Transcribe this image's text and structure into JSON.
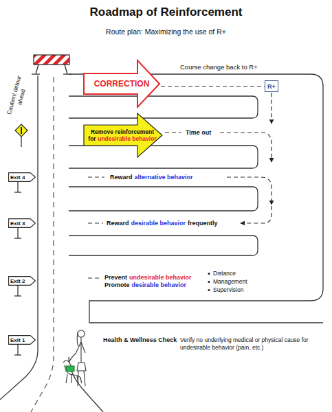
{
  "diagram": {
    "title": "Roadmap of Reinforcement",
    "nodes": [
      {
        "text": [
          "CORRECTION"
        ]
      },
      {
        "text": [
          "R+"
        ]
      },
      {
        "text": [
          "Remove reinforcement for",
          "undesirable behavior"
        ]
      },
      {
        "text": [
          "Exit 4"
        ]
      },
      {
        "text": [
          "Exit 3"
        ]
      },
      {
        "text": [
          "Exit 2"
        ]
      },
      {
        "text": [
          "Exit 1"
        ]
      }
    ],
    "edges": [
      {
        "from": 0,
        "to": 1,
        "arrow": "none"
      }
    ],
    "labels": [
      "Route plan: Maximizing the use of R+",
      "Course change back to R+",
      "Caution! detour ahead",
      "Time out",
      "Reward",
      "alternative behavior",
      "Reward",
      "desirable behavior",
      "frequently",
      "Prevent",
      "undesirable behavior",
      "Promote",
      "desirable behavior",
      "Distance",
      "Management",
      "Supervision",
      "Health & Wellness Check",
      "Verify no underlying medical or physical cause for undesirable behavior (pain, etc.)"
    ]
  }
}
